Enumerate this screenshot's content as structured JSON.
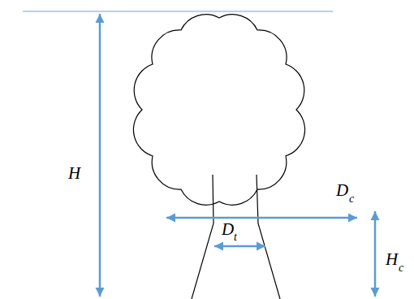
{
  "diagram": {
    "labels": [
      "H",
      "D",
      "c",
      "D",
      "t",
      "H",
      "c"
    ]
  }
}
